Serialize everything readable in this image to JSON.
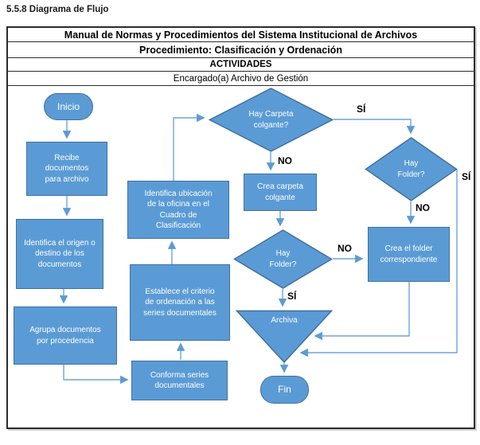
{
  "doc": {
    "section_title": "5.5.8 Diagrama de Flujo"
  },
  "table": {
    "row1": "Manual de Normas y Procedimientos del Sistema Institucional de Archivos",
    "row2": "Procedimiento: Clasificación y Ordenación",
    "row3": "ACTIVIDADES",
    "row4": "Encargado(a) Archivo de Gestión"
  },
  "flowchart": {
    "nodes": {
      "inicio": "Inicio",
      "recibe": "Recibe\ndocumentos\npara archivo",
      "identifica_origen": "Identifica el origen o\ndestino de los\ndocumentos",
      "agrupa": "Agrupa documentos\npor procedencia",
      "conforma": "Conforma series\ndocumentales",
      "establece": "Establece el criterio\nde ordenación a las\nseries documentales",
      "identifica_ubicacion": "Identifica ubicación\nde la oficina en el\nCuadro de\nClasificación",
      "hay_carpeta": "Hay Carpeta\ncolgante?",
      "crea_carpeta": "Crea carpeta\ncolgante",
      "hay_folder_mid": "Hay\nFolder?",
      "hay_folder_right": "Hay\nFolder?",
      "crea_folder": "Crea el folder\ncorrespondiente",
      "archiva": "Archiva",
      "fin": "Fin"
    },
    "branch_labels": {
      "carpeta_si": "SÍ",
      "carpeta_no": "NO",
      "folder_mid_no": "NO",
      "folder_mid_si": "SÍ",
      "folder_right_no": "NO",
      "folder_right_si": "SÍ"
    },
    "colors": {
      "shape_fill": "#5b9bd5",
      "shape_border": "#41719c",
      "connector": "#6ea4da",
      "shape_text": "#ffffff",
      "label_text": "#000000"
    }
  }
}
